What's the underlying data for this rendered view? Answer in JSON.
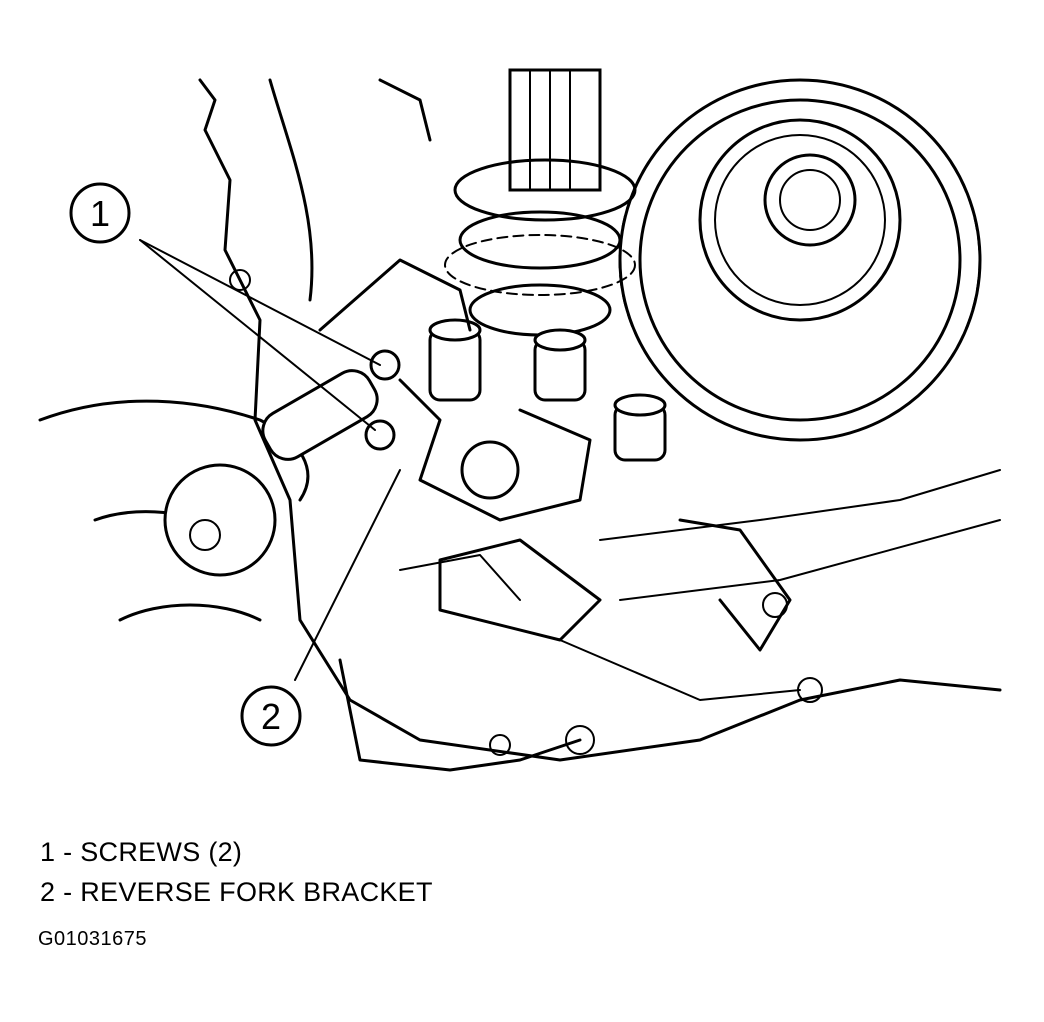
{
  "callouts": [
    {
      "number": "1"
    },
    {
      "number": "2"
    }
  ],
  "legend": [
    {
      "text": "1 - SCREWS (2)"
    },
    {
      "text": "2 - REVERSE FORK BRACKET"
    }
  ],
  "figure_id": "G01031675",
  "colors": {
    "ink": "#000000",
    "paper": "#ffffff"
  }
}
